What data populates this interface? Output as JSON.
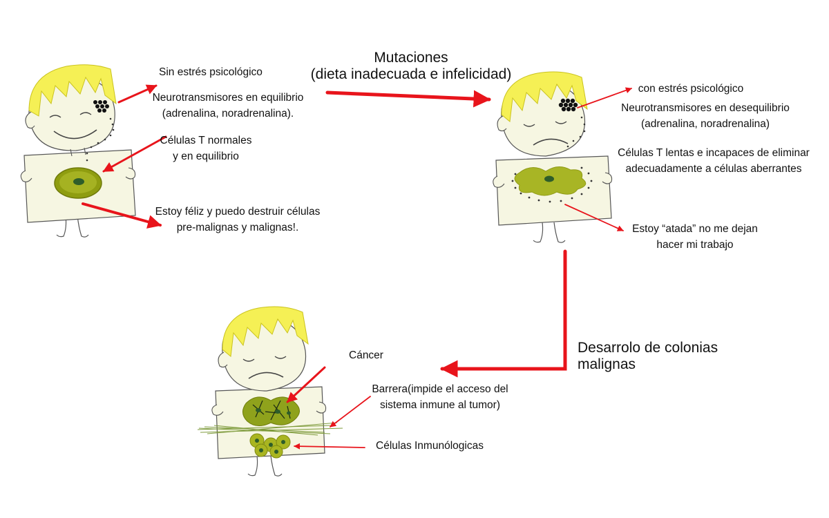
{
  "colors": {
    "arrow": "#e8141b",
    "hair": "#f5f055",
    "shirt": "#f6f6e2",
    "cell_green": "#9aaa1a",
    "nucleus": "#2e5d2a"
  },
  "top_arrow": {
    "line1": "Mutaciones",
    "line2": "(dieta inadecuada e infelicidad)"
  },
  "side_arrow": {
    "line1": "Desarrolo de colonias",
    "line2": "malignas"
  },
  "figure_happy": {
    "stress": "Sin estrés psicológico",
    "neuro_1": "Neurotransmisores en equilibrio",
    "neuro_2": "(adrenalina, noradrenalina).",
    "tcells_1": "Células T normales",
    "tcells_2": "y en equilibrio",
    "quote_1": "Estoy féliz y puedo destruir células",
    "quote_2": "pre-malignas y malignas!."
  },
  "figure_sad": {
    "stress": "con estrés psicológico",
    "neuro_1": "Neurotransmisores en desequilibrio",
    "neuro_2": "(adrenalina, noradrenalina)",
    "tcells_1": "Células T lentas e incapaces de eliminar",
    "tcells_2": "adecuadamente a células aberrantes",
    "quote_1": "Estoy “atada” no me dejan",
    "quote_2": "hacer mi trabajo"
  },
  "figure_cancer": {
    "cancer": "Cáncer",
    "barrier_1": "Barrera(impide el acceso del",
    "barrier_2": "sistema inmune al tumor)",
    "immune": "Células Inmunólogicas"
  }
}
